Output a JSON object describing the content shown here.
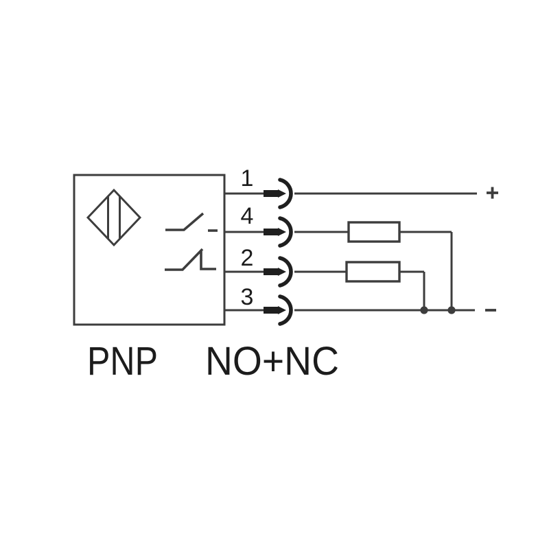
{
  "diagram_type": "sensor-wiring-diagram",
  "captions": {
    "left": "PNP",
    "right": "NO+NC"
  },
  "wires": [
    {
      "label": "1",
      "terminal": "+"
    },
    {
      "label": "4",
      "component": "load"
    },
    {
      "label": "2",
      "component": "load"
    },
    {
      "label": "3",
      "terminal": "-"
    }
  ],
  "terminals": {
    "positive": "+",
    "negative": "-"
  },
  "icons": {
    "sensor": "inductive-sensor-diamond",
    "no_contact": "normally-open-contact",
    "nc_contact": "normally-closed-contact",
    "connector": "quick-disconnect-plug-socket",
    "load": "load-resistor"
  },
  "colors": {
    "line": "#3d3d3d",
    "text": "#1c1c1c",
    "plug": "#1f1f1f",
    "background": "#ffffff"
  }
}
